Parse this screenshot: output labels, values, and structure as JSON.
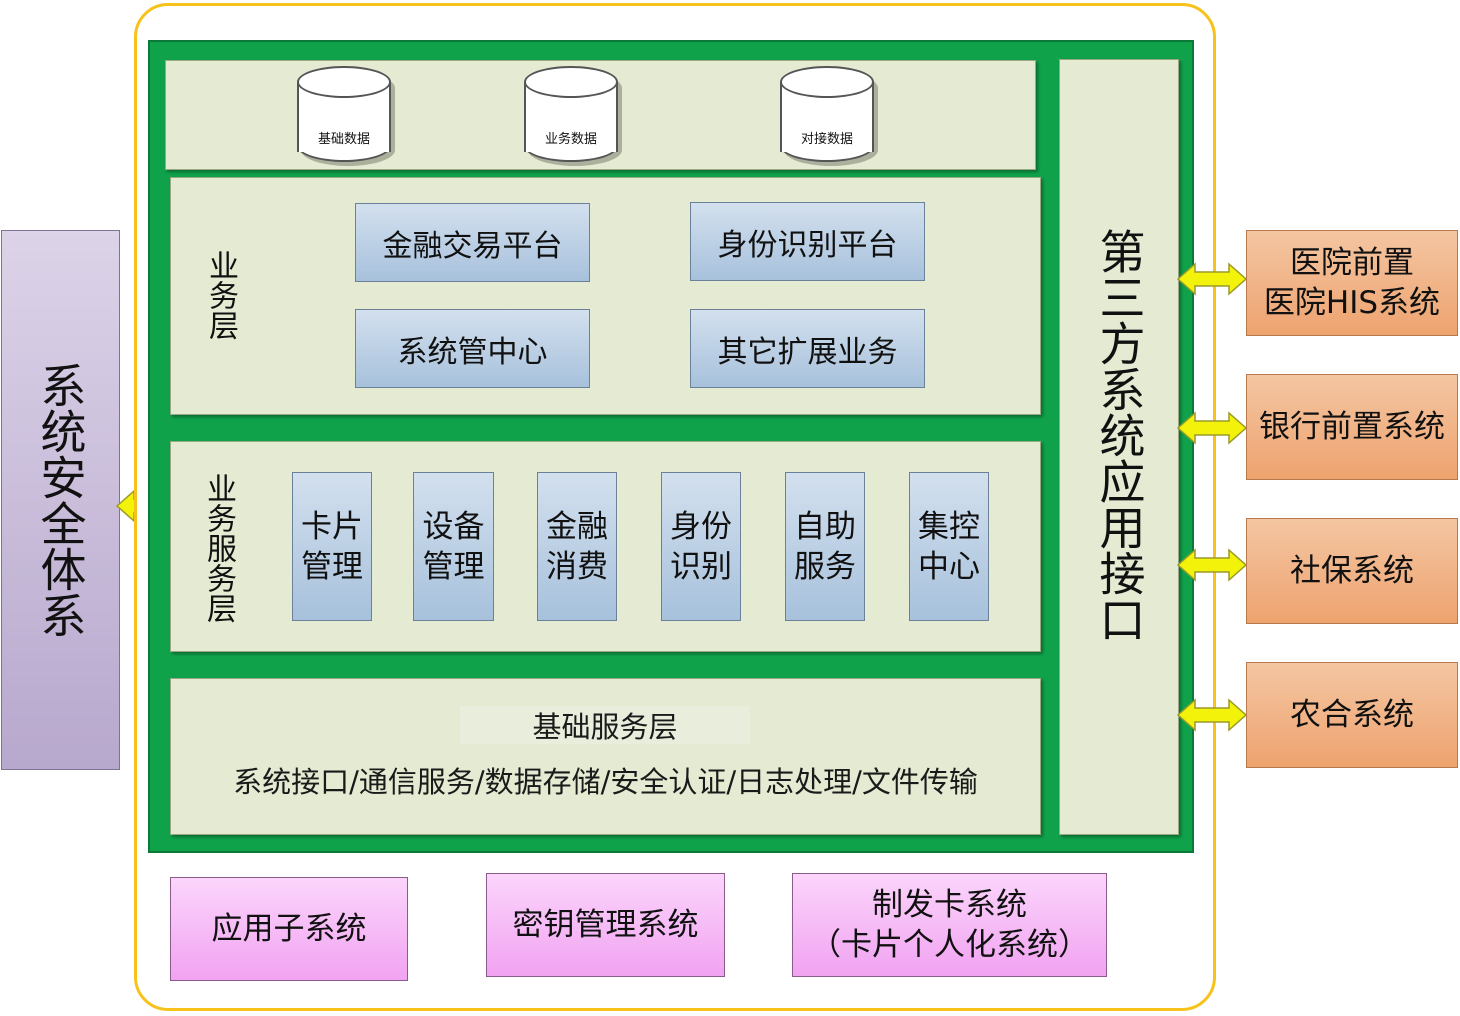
{
  "data_layer": {
    "databases": [
      "基础数据",
      "业务数据",
      "对接数据"
    ]
  },
  "business_layer": {
    "label": "业务层",
    "boxes": [
      "金融交易平台",
      "身份识别平台",
      "系统管中心",
      "其它扩展业务"
    ]
  },
  "service_layer": {
    "label": "业务服务层",
    "modules": [
      {
        "line1": "卡片",
        "line2": "管理"
      },
      {
        "line1": "设备",
        "line2": "管理"
      },
      {
        "line1": "金融",
        "line2": "消费"
      },
      {
        "line1": "身份",
        "line2": "识别"
      },
      {
        "line1": "自助",
        "line2": "服务"
      },
      {
        "line1": "集控",
        "line2": "中心"
      }
    ]
  },
  "foundation_layer": {
    "title": "基础服务层",
    "services": "系统接口/通信服务/数据存储/安全认证/日志处理/文件传输"
  },
  "third_party": {
    "label": "第三方系统应用接口"
  },
  "security": {
    "label": "系统安全体系"
  },
  "external_systems": [
    {
      "line1": "医院前置",
      "line2": "医院HIS系统"
    },
    {
      "line1": "银行前置系统",
      "line2": ""
    },
    {
      "line1": "社保系统",
      "line2": ""
    },
    {
      "line1": "农合系统",
      "line2": ""
    }
  ],
  "subsystems": [
    {
      "line1": "应用子系统",
      "line2": ""
    },
    {
      "line1": "密钥管理系统",
      "line2": ""
    },
    {
      "line1": "制发卡系统",
      "line2": "（卡片个人化系统）"
    }
  ],
  "colors": {
    "frame": "#f6c21b",
    "platform": "#0fa24b",
    "layer": "#e4ebd2",
    "module": "#a7c1dc",
    "external": "#eea36f",
    "subsystem": "#f1a3f1",
    "security": "#b7a8cd",
    "arrow": "#f2f20a"
  }
}
